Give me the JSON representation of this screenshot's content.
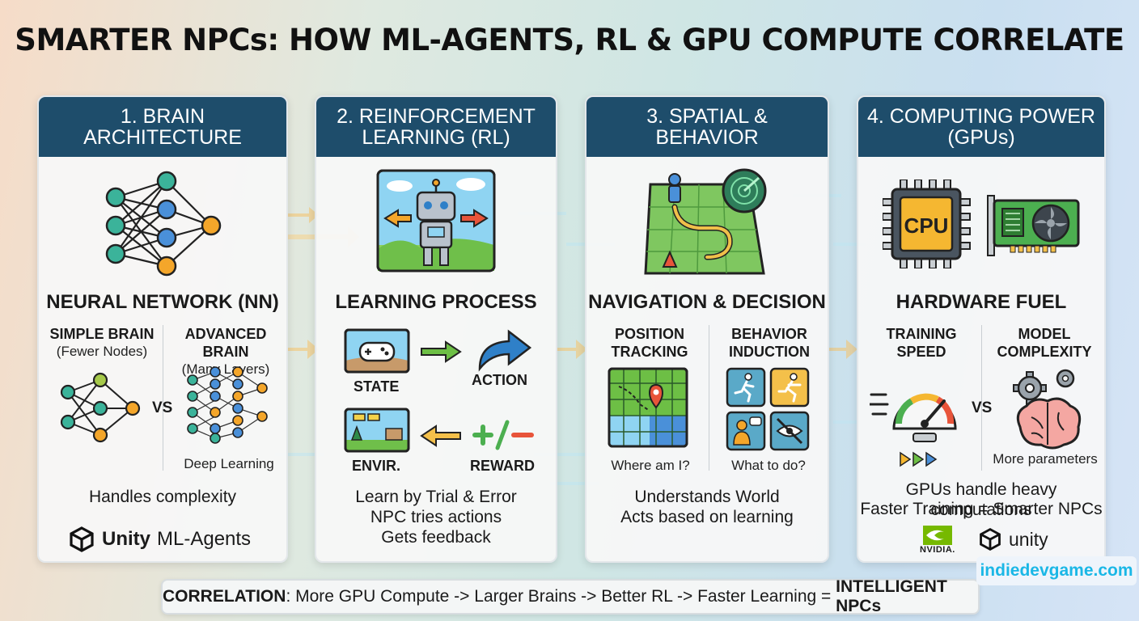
{
  "title": "SMARTER NPCs: HOW ML-AGENTS, RL & GPU COMPUTE CORRELATE",
  "panels": [
    {
      "header": "1. BRAIN ARCHITECTURE",
      "subhead": "NEURAL NETWORK (NN)",
      "left_head": "SIMPLE BRAIN",
      "left_sub": "(Fewer Nodes)",
      "right_head": "ADVANCED BRAIN",
      "right_sub": "(Many Layers)",
      "vs": "VS",
      "right_caption": "Deep Learning",
      "footer": "Handles complexity",
      "logo_brand": "Unity",
      "logo_product": "ML-Agents"
    },
    {
      "header": "2. REINFORCEMENT LEARNING (RL)",
      "subhead": "LEARNING PROCESS",
      "state": "STATE",
      "action": "ACTION",
      "envir": "ENVIR.",
      "reward": "REWARD",
      "footer": [
        "Learn by Trial & Error",
        "NPC tries actions",
        "Gets feedback"
      ]
    },
    {
      "header": "3. SPATIAL & BEHAVIOR",
      "subhead": "NAVIGATION & DECISION",
      "left_head": "POSITION TRACKING",
      "right_head": "BEHAVIOR INDUCTION",
      "left_caption": "Where am I?",
      "right_caption": "What to do?",
      "footer": [
        "Understands World",
        "Acts based on learning"
      ]
    },
    {
      "header": "4. COMPUTING POWER (GPUs)",
      "subhead": "HARDWARE FUEL",
      "left_head": "TRAINING SPEED",
      "right_head": "MODEL COMPLEXITY",
      "vs": "VS",
      "cpu_label": "CPU",
      "right_caption": "More parameters",
      "footer": [
        "GPUs handle heavy computations",
        "Faster Training = Smarter NPCs"
      ],
      "logo_nvidia": "NVIDIA.",
      "logo_unity": "unity"
    }
  ],
  "correlation": {
    "lead": "CORRELATION",
    "body": ": More GPU Compute -> Larger Brains -> Better RL -> Faster Learning = ",
    "tail": "INTELLIGENT NPCs"
  },
  "brand": "indiedevgame.com",
  "colors": {
    "header": "#1e4d6b",
    "node_teal": "#3bb39a",
    "node_blue": "#4a90d9",
    "node_orange": "#f4a62a",
    "accent_green": "#4caf50",
    "accent_blue": "#2f80c8",
    "brand": "#1ab7e6"
  }
}
